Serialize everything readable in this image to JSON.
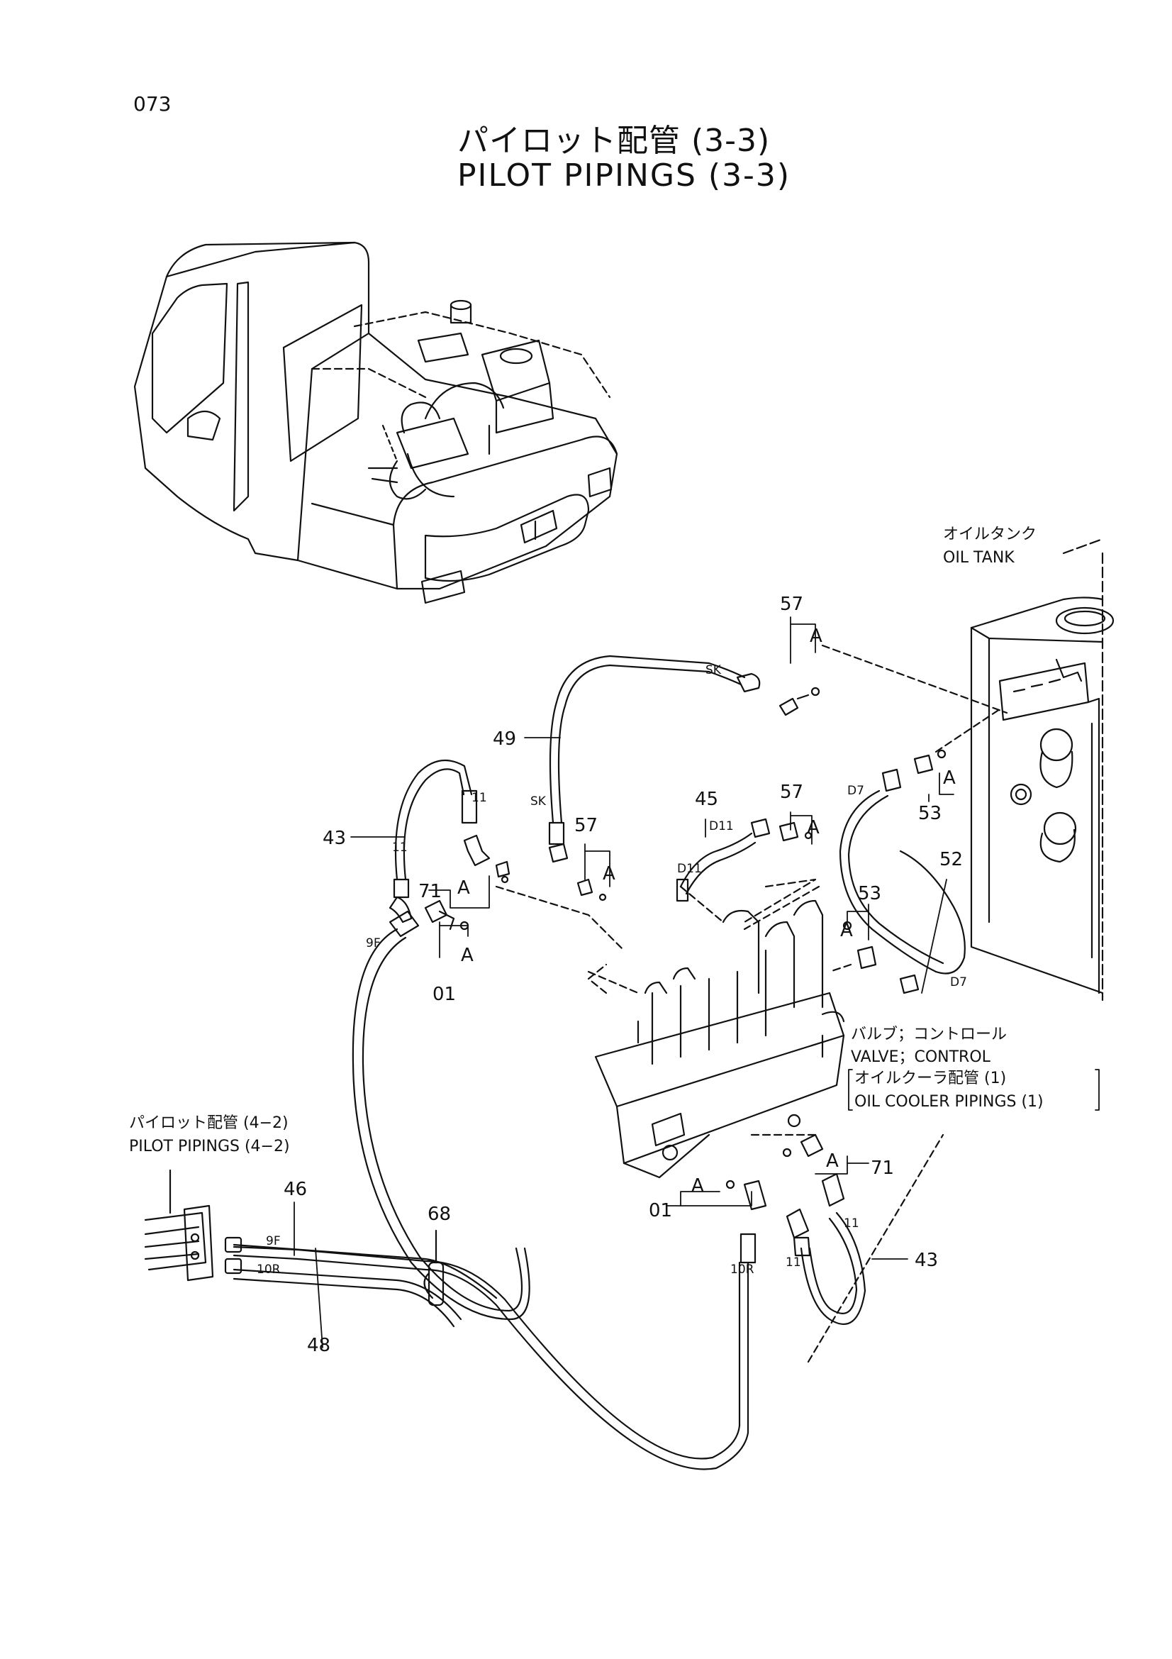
{
  "page_number": "073",
  "title": {
    "jp": "パイロット配管 (3-3)",
    "en": "PILOT PIPINGS (3-3)"
  },
  "notes": {
    "oil_tank_jp": "オイルタンク",
    "oil_tank_en": "OIL TANK",
    "valve_jp": "バルブ；コントロール",
    "valve_en": "VALVE；CONTROL",
    "cooler_jp": "オイルクーラ配管 (1)",
    "cooler_en": "OIL COOLER PIPINGS (1)",
    "pilot_ref_jp": "パイロット配管 (4−2)",
    "pilot_ref_en": "PILOT PIPINGS (4−2)"
  },
  "callouts": {
    "p57a": "57",
    "p57b": "57",
    "p57c": "57",
    "p49": "49",
    "p43a": "43",
    "p43b": "43",
    "p45": "45",
    "p71a": "71",
    "p71b": "71",
    "p53a": "53",
    "p53b": "53",
    "p52": "52",
    "p01a": "01",
    "p01b": "01",
    "p46": "46",
    "p68": "68",
    "p48": "48"
  },
  "tags": {
    "sk1": "SK",
    "sk2": "SK",
    "d7a": "D7",
    "d7b": "D7",
    "d11a": "D11",
    "d11b": "D11",
    "t11a": "11",
    "t11b": "11",
    "t11c": "11",
    "t11d": "11",
    "f9a": "9F",
    "f9b": "9F",
    "r10a": "10R",
    "r10b": "10R",
    "a1": "A",
    "a2": "A",
    "a3": "A",
    "a4": "A",
    "a5": "A",
    "a6": "A",
    "a7": "A",
    "a8": "A",
    "a9": "A"
  }
}
